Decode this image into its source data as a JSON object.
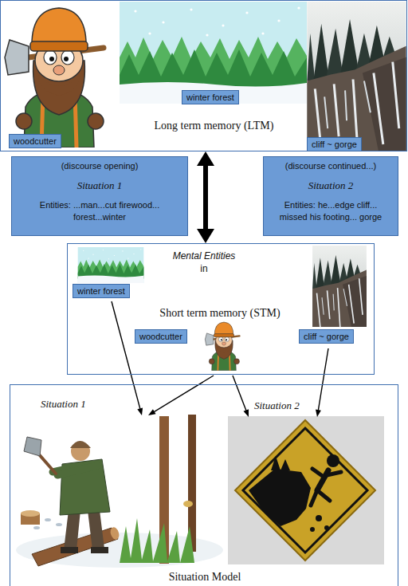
{
  "diagram": {
    "nodes": [
      {
        "text": [
          "Long term memory (LTM)"
        ]
      },
      {
        "text": [
          "woodcutter"
        ],
        "in": 0
      },
      {
        "text": [
          "winter forest"
        ],
        "in": 0
      },
      {
        "text": [
          "cliff ~ gorge"
        ],
        "in": 0
      },
      {
        "text": [
          "(discourse opening)",
          "Situation 1",
          "Entities: ...man...cut firewood... forest...winter"
        ]
      },
      {
        "text": [
          "(discourse continued...)",
          "Situation 2",
          "Entities: he...edge cliff... missed his footing... gorge"
        ]
      },
      {
        "text": [
          "Mental Entities",
          "in",
          "Short term memory (STM)"
        ]
      },
      {
        "text": [
          "winter forest"
        ],
        "in": 6
      },
      {
        "text": [
          "woodcutter"
        ],
        "in": 6
      },
      {
        "text": [
          "cliff ~ gorge"
        ],
        "in": 6
      },
      {
        "text": [
          "Situation Model"
        ]
      },
      {
        "text": [
          "Situation 1"
        ],
        "in": 10
      },
      {
        "text": [
          "Situation 2"
        ],
        "in": 10
      }
    ],
    "edges": [
      {
        "from": 0,
        "to": 6,
        "arrow": "both"
      },
      {
        "from": 7,
        "to": 11,
        "arrow": "to"
      },
      {
        "from": 8,
        "to": 11,
        "arrow": "to"
      },
      {
        "from": 8,
        "to": 12,
        "arrow": "to"
      },
      {
        "from": 9,
        "to": 12,
        "arrow": "to"
      }
    ]
  }
}
